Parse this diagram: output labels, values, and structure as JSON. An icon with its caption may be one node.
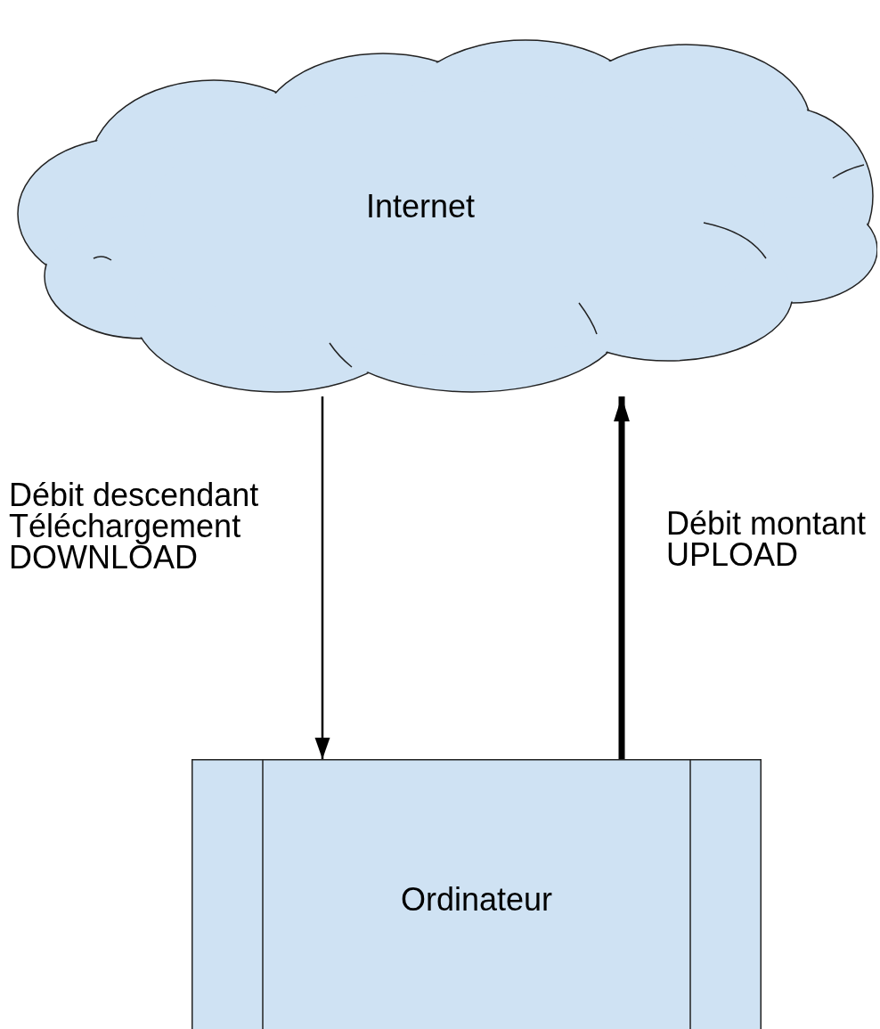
{
  "diagram": {
    "nodes": [
      {
        "text": [
          "Internet"
        ]
      },
      {
        "text": [
          "Ordinateur"
        ]
      }
    ],
    "edges": [
      {
        "from": 0,
        "to": 1,
        "arrow": "to",
        "label": "Débit descendant Téléchargement DOWNLOAD"
      },
      {
        "from": 1,
        "to": 0,
        "arrow": "to",
        "label": "Débit montant UPLOAD",
        "style": "thick"
      }
    ]
  }
}
